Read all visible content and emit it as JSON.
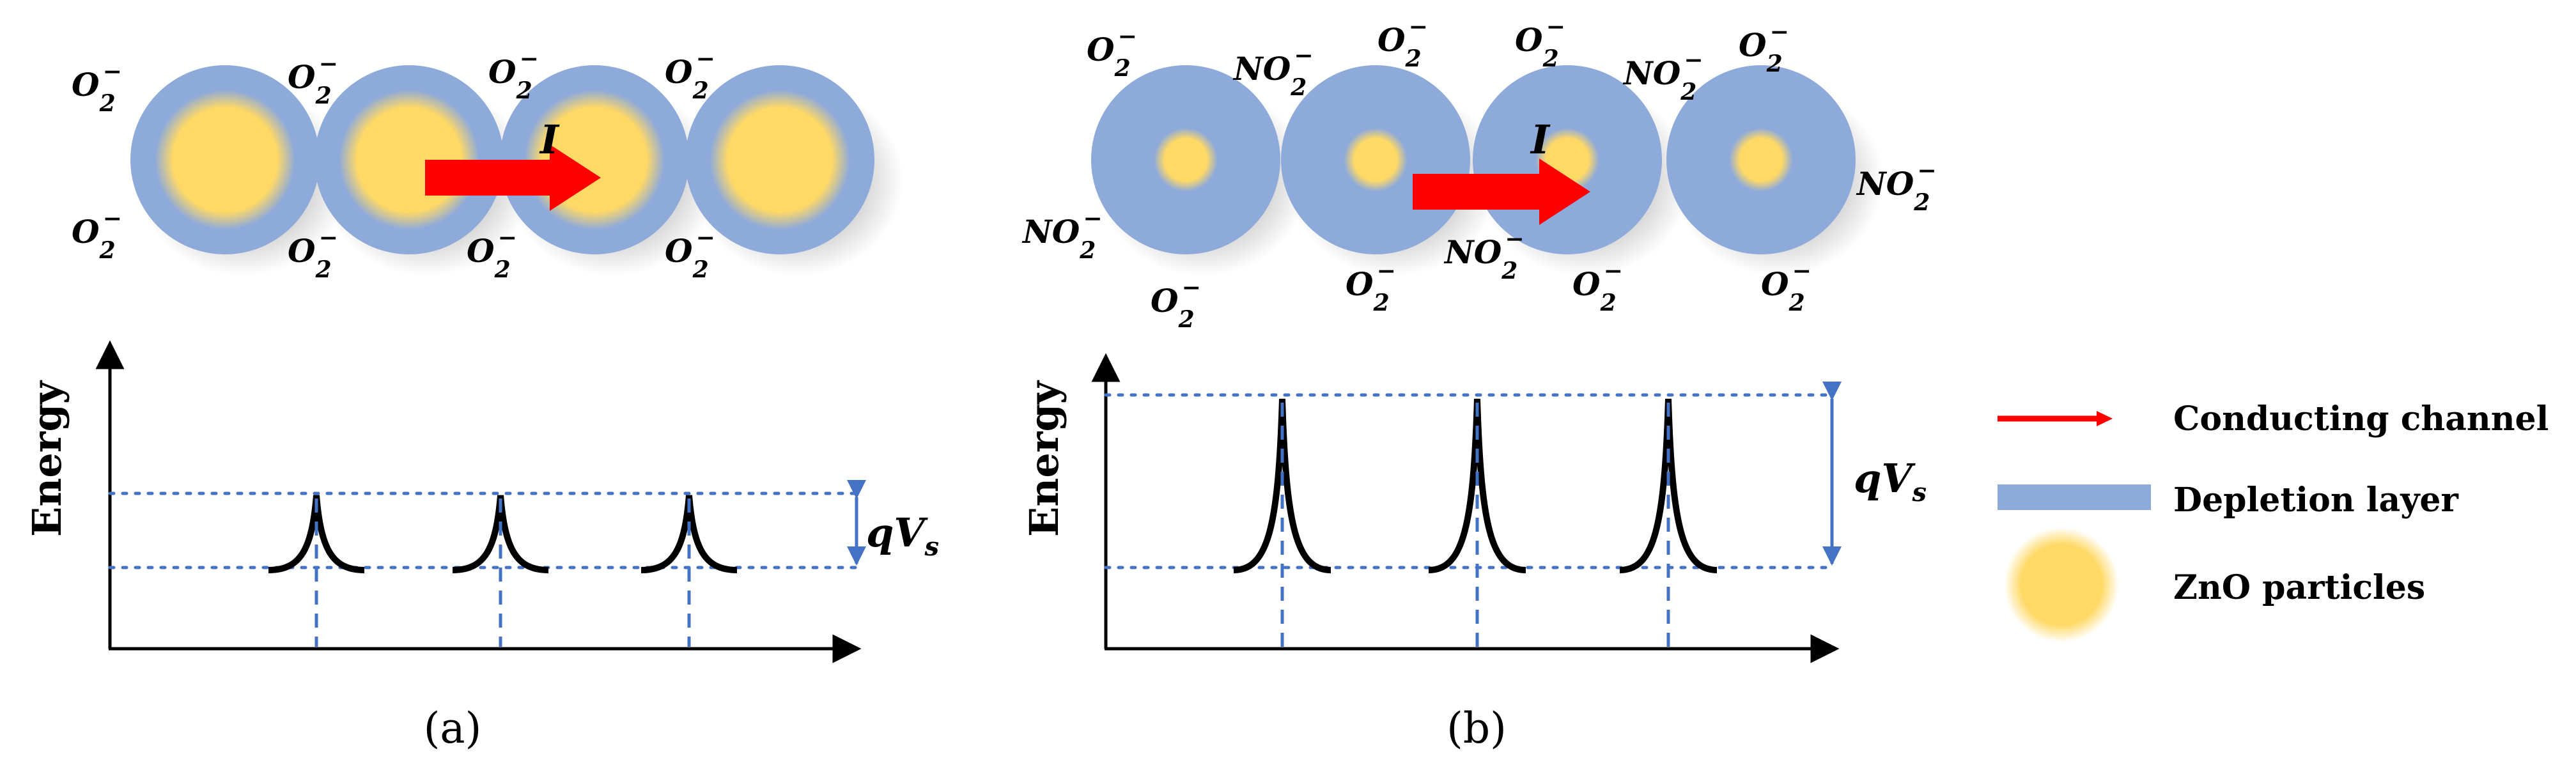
{
  "panels": {
    "a": {
      "caption": "(a)",
      "current_label": "I",
      "energy_label": "Energy",
      "barrier_label": {
        "q": "q",
        "V": "V",
        "sub": "s"
      },
      "particle_core": "large",
      "barrier_height": "low",
      "ions": [
        {
          "text": "O",
          "sup": "−",
          "sub": "2"
        },
        {
          "text": "O",
          "sup": "−",
          "sub": "2"
        },
        {
          "text": "O",
          "sup": "−",
          "sub": "2"
        },
        {
          "text": "O",
          "sup": "−",
          "sub": "2"
        },
        {
          "text": "O",
          "sup": "−",
          "sub": "2"
        },
        {
          "text": "O",
          "sup": "−",
          "sub": "2"
        },
        {
          "text": "O",
          "sup": "−",
          "sub": "2"
        },
        {
          "text": "O",
          "sup": "−",
          "sub": "2"
        }
      ]
    },
    "b": {
      "caption": "(b)",
      "current_label": "I",
      "energy_label": "Energy",
      "barrier_label": {
        "q": "q",
        "V": "V",
        "sub": "s"
      },
      "particle_core": "small",
      "barrier_height": "high",
      "ions": [
        {
          "text": "O",
          "sup": "−",
          "sub": "2"
        },
        {
          "text": "NO",
          "sup": "−",
          "sub": "2"
        },
        {
          "text": "O",
          "sup": "−",
          "sub": "2"
        },
        {
          "text": "O",
          "sup": "−",
          "sub": "2"
        },
        {
          "text": "NO",
          "sup": "−",
          "sub": "2"
        },
        {
          "text": "O",
          "sup": "−",
          "sub": "2"
        },
        {
          "text": "NO",
          "sup": "−",
          "sub": "2"
        },
        {
          "text": "O",
          "sup": "−",
          "sub": "2"
        },
        {
          "text": "NO",
          "sup": "−",
          "sub": "2"
        },
        {
          "text": "O",
          "sup": "−",
          "sub": "2"
        },
        {
          "text": "O",
          "sup": "−",
          "sub": "2"
        },
        {
          "text": "O",
          "sup": "−",
          "sub": "2"
        },
        {
          "text": "NO",
          "sup": "−",
          "sub": "2"
        }
      ]
    }
  },
  "legend": {
    "conducting_channel": "Conducting channel",
    "depletion_layer": "Depletion layer",
    "zno_particles": "ZnO particles"
  },
  "colors": {
    "depletion": "#8eaadb",
    "core": "#ffd966",
    "arrow": "#ff0000",
    "guide": "#4472c4",
    "curve": "#000000"
  }
}
